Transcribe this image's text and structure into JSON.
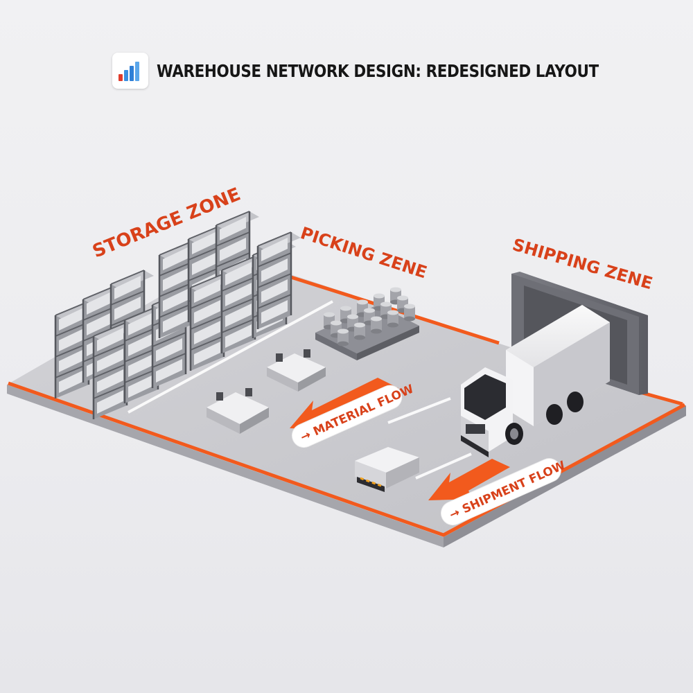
{
  "header": {
    "title": "WAREHOUSE NETWORK DESIGN: REDESIGNED LAYOUT",
    "icon": "bar-chart-icon"
  },
  "zones": {
    "storage": "STORAGE ZONE",
    "picking": "PICKING ZENE",
    "shipping": "SHIPPING ZENE"
  },
  "flows": {
    "material": "→ MATERIAL FLOW",
    "shipment": "→ SHIPMENT FLOW"
  },
  "colors": {
    "accent": "#f25a1d",
    "label": "#d8411a",
    "floor": "#c9c9cd",
    "floor_edge": "#9c9ca2",
    "rack": "#8b8d93",
    "icon_bars": [
      "#e03b2b",
      "#3b8fe0",
      "#2f7fd6",
      "#5aa6ea"
    ]
  }
}
